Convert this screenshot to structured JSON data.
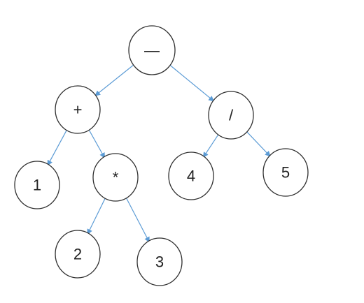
{
  "diagram": {
    "type": "expression-tree",
    "edge_color": "#5b9bd5",
    "node_stroke_color": "#2f2f2f",
    "nodes": [
      {
        "id": "root",
        "label": "—"
      },
      {
        "id": "plus",
        "label": "+"
      },
      {
        "id": "div",
        "label": "/"
      },
      {
        "id": "n1",
        "label": "1"
      },
      {
        "id": "mul",
        "label": "*"
      },
      {
        "id": "n4",
        "label": "4"
      },
      {
        "id": "n5",
        "label": "5"
      },
      {
        "id": "n2",
        "label": "2"
      },
      {
        "id": "n3",
        "label": "3"
      }
    ],
    "edges": [
      {
        "from": "root",
        "to": "plus"
      },
      {
        "from": "root",
        "to": "div"
      },
      {
        "from": "plus",
        "to": "n1"
      },
      {
        "from": "plus",
        "to": "mul"
      },
      {
        "from": "div",
        "to": "n4"
      },
      {
        "from": "div",
        "to": "n5"
      },
      {
        "from": "mul",
        "to": "n2"
      },
      {
        "from": "mul",
        "to": "n3"
      }
    ]
  }
}
